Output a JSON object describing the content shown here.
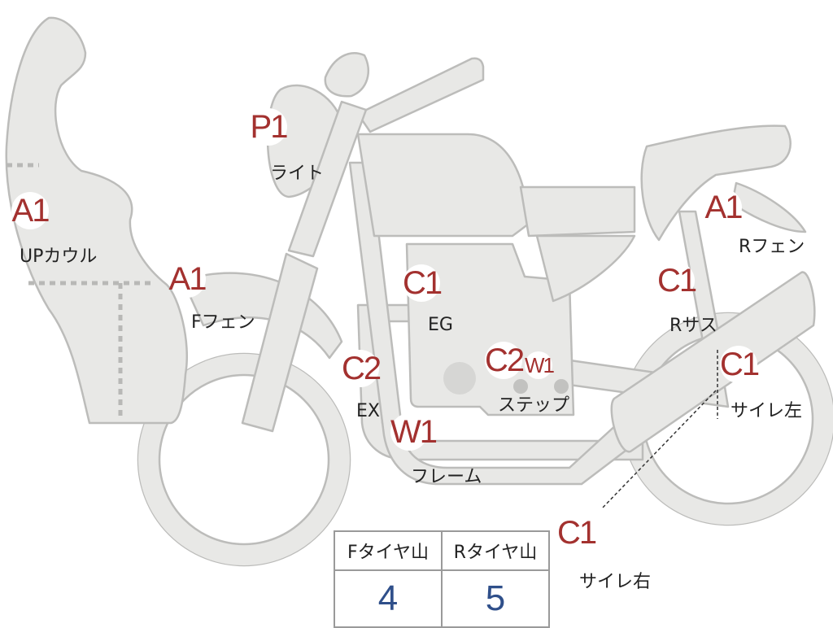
{
  "parts": [
    {
      "id": "light",
      "code": "P1",
      "label": "ライト"
    },
    {
      "id": "upper-cowl",
      "code": "A1",
      "label": "UPカウル"
    },
    {
      "id": "front-fender",
      "code": "A1",
      "label": "Fフェン"
    },
    {
      "id": "engine",
      "code": "C1",
      "label": "EG"
    },
    {
      "id": "exhaust",
      "code": "C2",
      "label": "EX"
    },
    {
      "id": "frame",
      "code": "W1",
      "label": "フレーム"
    },
    {
      "id": "step",
      "code": "C2",
      "code2": "W1",
      "label": "ステップ"
    },
    {
      "id": "rear-fender",
      "code": "A1",
      "label": "Rフェン"
    },
    {
      "id": "rear-suspension",
      "code": "C1",
      "label": "Rサス"
    },
    {
      "id": "silencer-left",
      "code": "C1",
      "label": "サイレ左"
    },
    {
      "id": "silencer-right",
      "code": "C1",
      "label": "サイレ右"
    }
  ],
  "tire_table": {
    "headers": [
      "Fタイヤ山",
      "Rタイヤ山"
    ],
    "values": [
      "4",
      "5"
    ]
  },
  "colors": {
    "body_fill": "#e8e8e6",
    "outline": "#bcbcba",
    "code_text": "#a3312f",
    "value_text": "#2f4f8a"
  }
}
